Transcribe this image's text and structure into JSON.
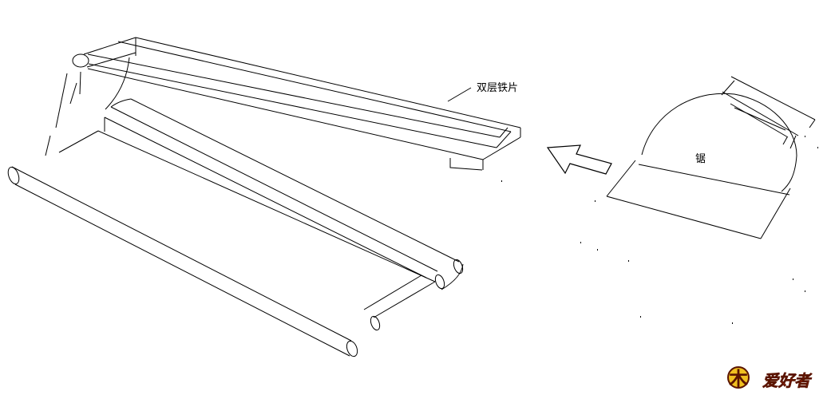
{
  "labels": {
    "double_layer_iron": "双层铁片",
    "saw": "锯"
  },
  "logo": {
    "char": "木",
    "text": "爱好者",
    "colors": {
      "fill": "#f0c020",
      "outline": "#5a1400",
      "text": "#d42b10"
    }
  },
  "colors": {
    "stroke": "#000000",
    "background": "#ffffff"
  }
}
